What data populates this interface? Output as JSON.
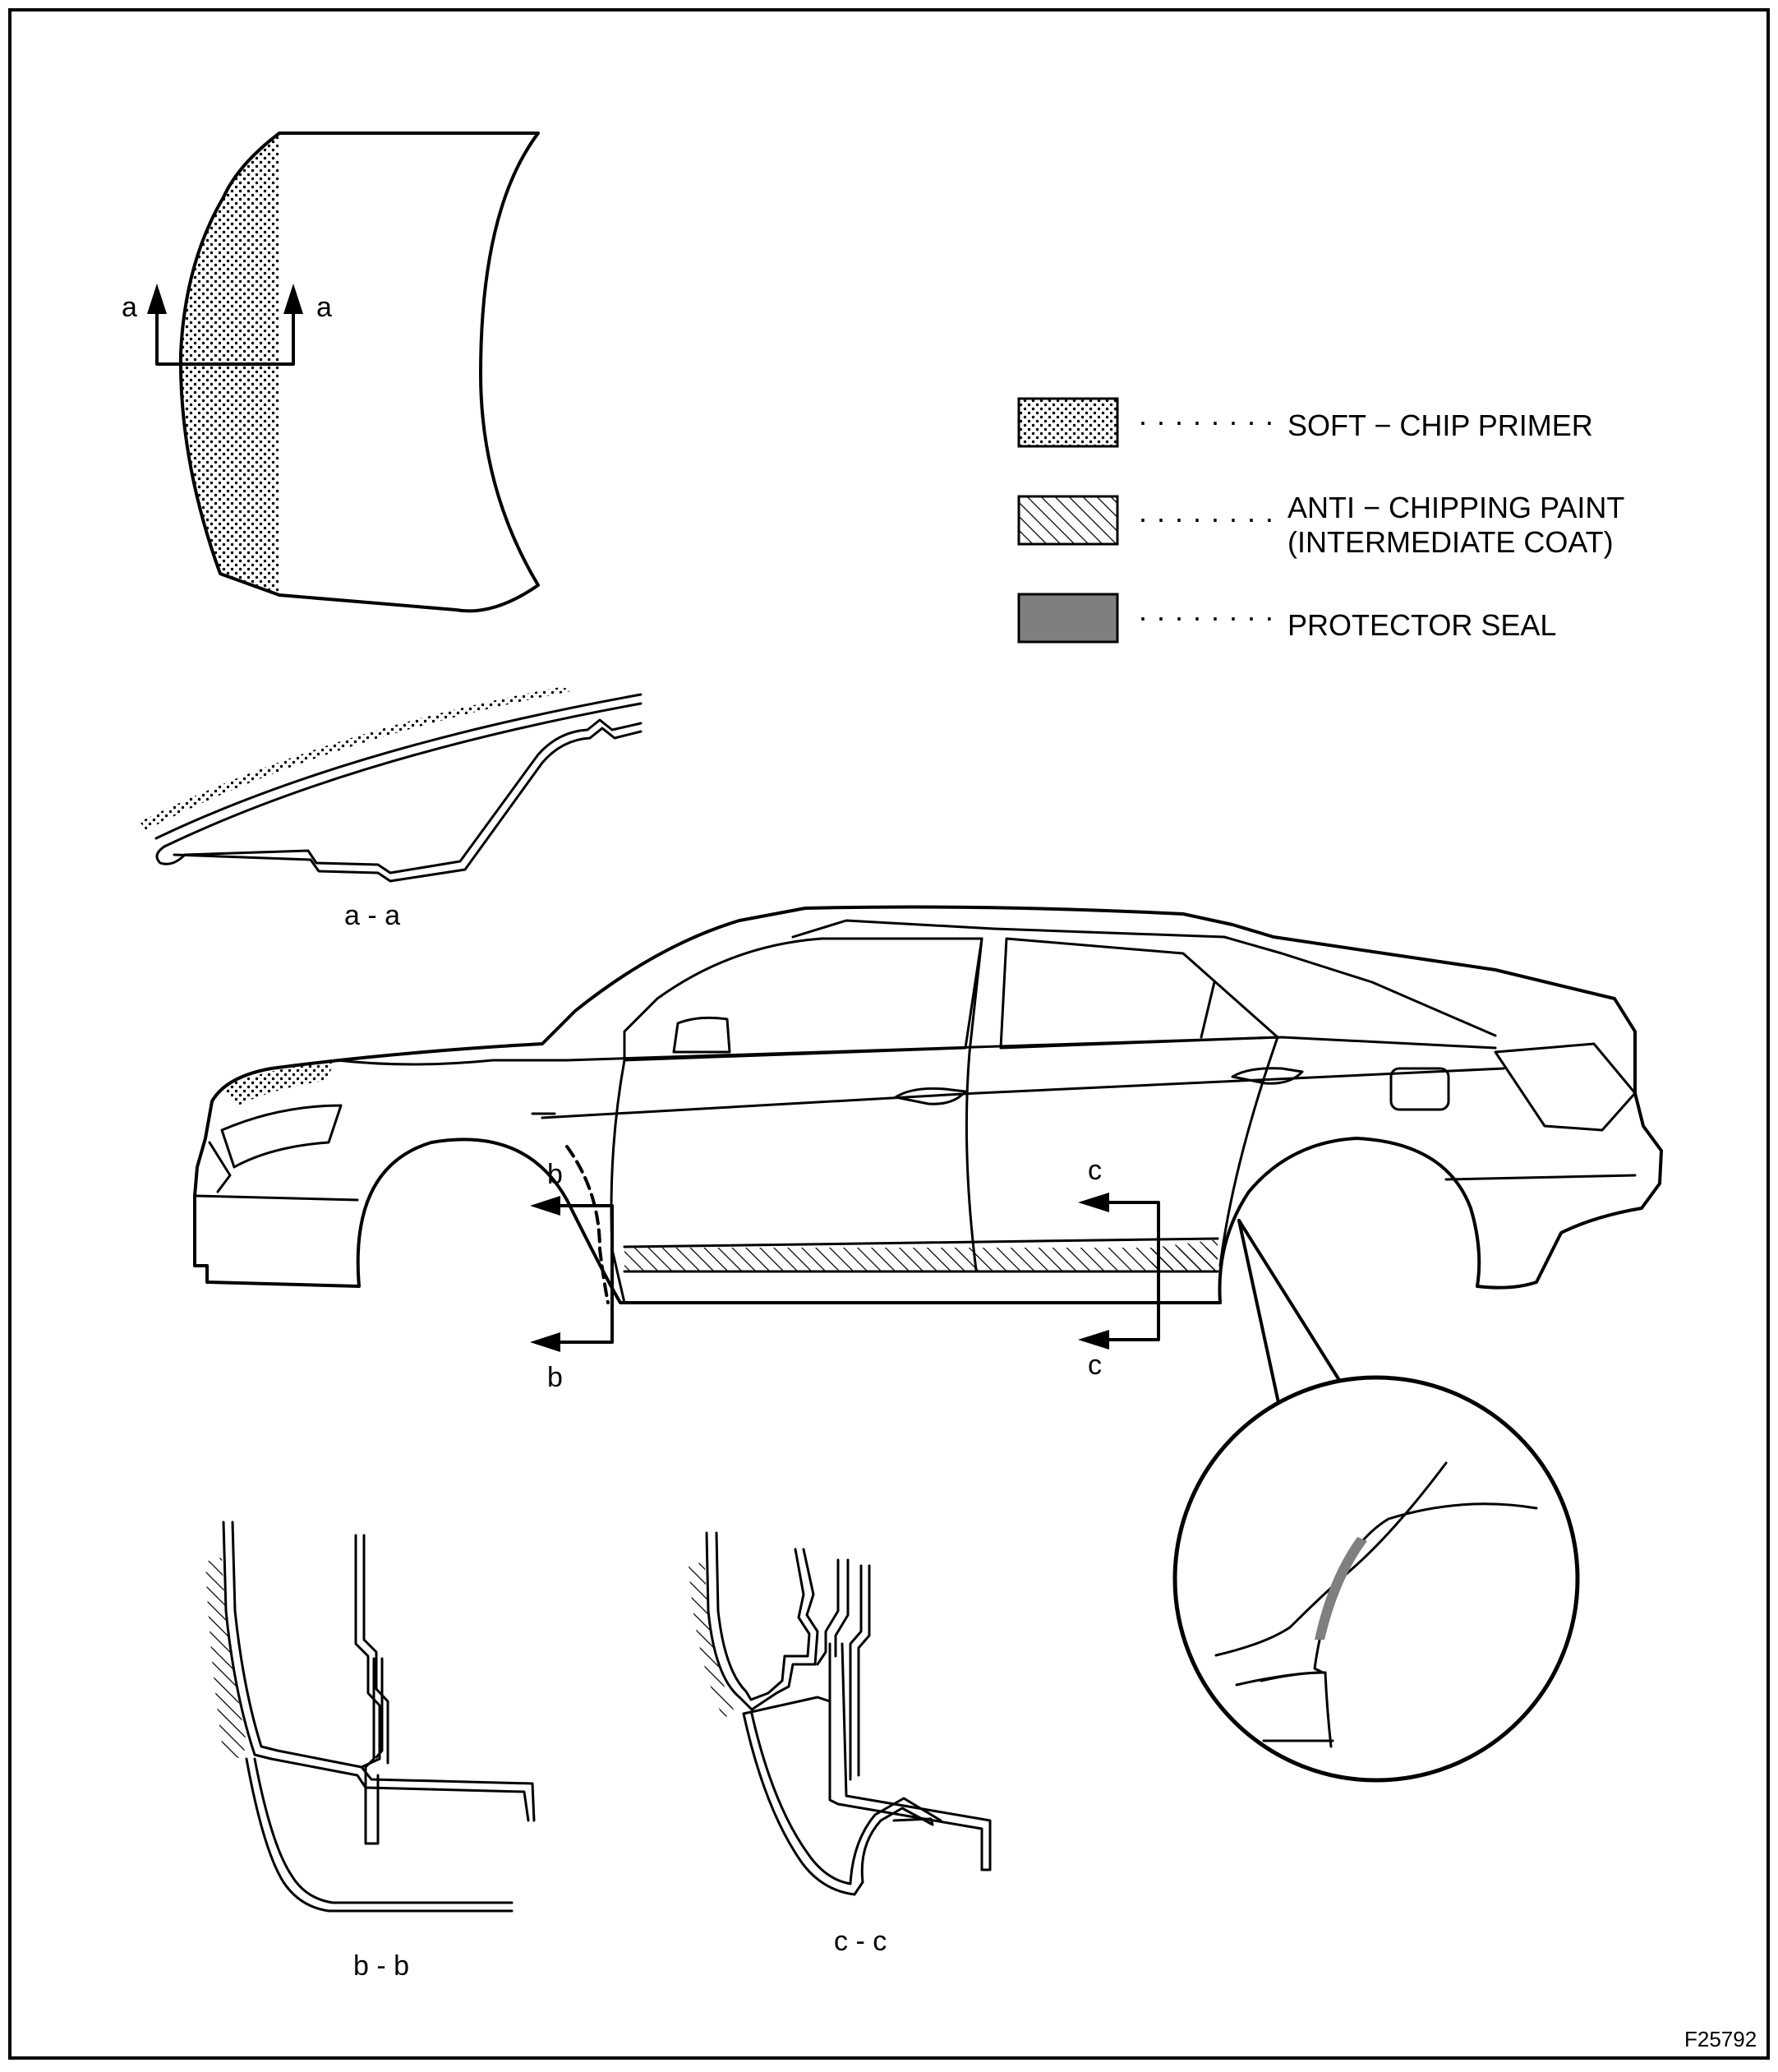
{
  "labels": {
    "section_a": "a",
    "section_b": "b",
    "section_c": "c",
    "view_aa": "a - a",
    "view_bb": "b - b",
    "view_cc": "c - c",
    "figure_code": "F25792"
  },
  "legend": [
    {
      "key": "soft_chip_primer",
      "pattern": "dots",
      "dots": "· · · · · · · ·",
      "lines": [
        "SOFT − CHIP PRIMER"
      ]
    },
    {
      "key": "anti_chipping_paint",
      "pattern": "hatch",
      "dots": "· · · · · · · ·",
      "lines": [
        "ANTI − CHIPPING PAINT",
        "(INTERMEDIATE COAT)"
      ]
    },
    {
      "key": "protector_seal",
      "pattern": "solid",
      "dots": "· · · · · · · ·",
      "lines": [
        "PROTECTOR SEAL"
      ]
    }
  ],
  "colors": {
    "line": "#000000",
    "background": "#ffffff",
    "seal": "#7f7f7f"
  }
}
